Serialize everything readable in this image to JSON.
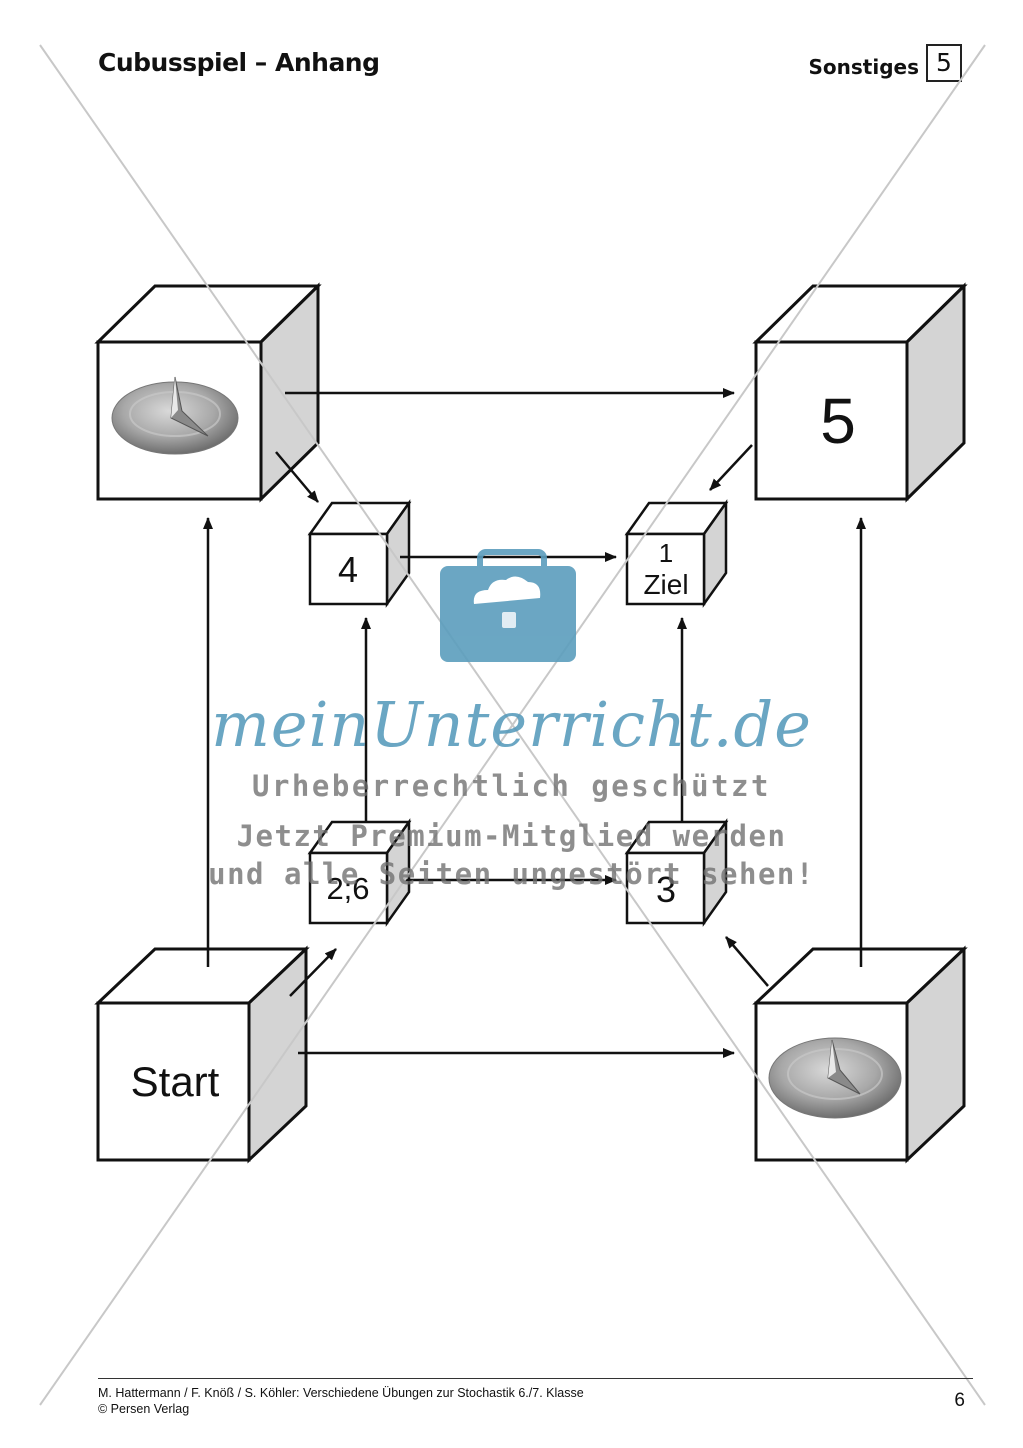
{
  "header": {
    "title": "Cubusspiel – Anhang",
    "section": "Sonstiges",
    "section_number": "5"
  },
  "cubes": {
    "top_left": {
      "label": "",
      "icon": "thumbtack-icon"
    },
    "top_right": {
      "label": "5"
    },
    "bottom_left": {
      "label": "Start"
    },
    "bottom_right": {
      "label": "",
      "icon": "thumbtack-icon"
    },
    "inner_top_left": {
      "label": "4"
    },
    "inner_top_right": {
      "label_line1": "1",
      "label_line2": "Ziel"
    },
    "inner_bottom_left": {
      "label": "2;6"
    },
    "inner_bottom_right": {
      "label": "3"
    }
  },
  "watermark": {
    "brand": "meinUnterricht.de",
    "line1": "Urheberrechtlich geschützt",
    "line2": "Jetzt Premium-Mitglied werden",
    "line3": "und alle Seiten ungestört sehen!",
    "brand_color": "#5b9dbd"
  },
  "footer": {
    "authors_line": "M. Hattermann / F. Knöß / S. Köhler: Verschiedene Übungen zur Stochastik 6./7. Klasse",
    "publisher_line": "© Persen Verlag",
    "page_number": "6"
  }
}
